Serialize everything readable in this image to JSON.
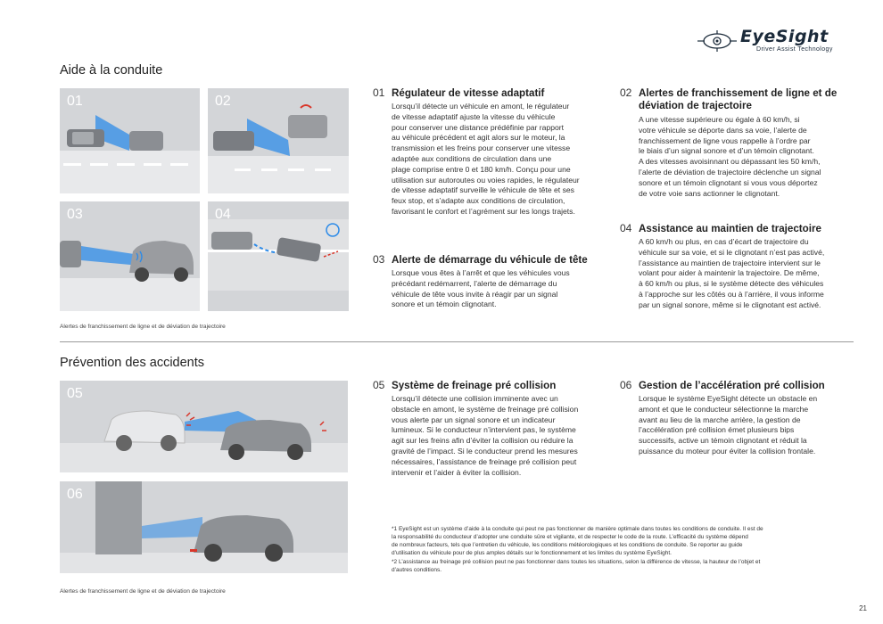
{
  "brand": {
    "logo": "EyeSight",
    "tagline": "Driver Assist Technology"
  },
  "sections": {
    "assist": {
      "title": "Aide à la conduite",
      "caption": "Alertes de franchissement de ligne et de déviation de trajectoire"
    },
    "prevent": {
      "title": "Prévention des accidents",
      "caption": "Alertes de franchissement de ligne et de déviation de trajectoire"
    }
  },
  "panels": [
    "01",
    "02",
    "03",
    "04",
    "05",
    "06"
  ],
  "features": [
    {
      "num": "01",
      "title": "Régulateur de vitesse adaptatif",
      "body": "Lorsqu’il détecte un véhicule en amont, le régulateur\nde vitesse adaptatif ajuste la vitesse du véhicule\npour conserver une distance prédéfinie par rapport\nau véhicule précédent et agit alors sur le moteur, la\ntransmission et les freins pour conserver une vitesse\nadaptée aux conditions de circulation dans une\nplage comprise entre 0 et 180 km/h. Conçu pour une\nutilisation sur autoroutes ou voies rapides, le régulateur\nde vitesse adaptatif surveille le véhicule de tête et ses\nfeux stop, et s’adapte aux conditions de circulation,\nfavorisant le confort et l’agrément sur les longs trajets."
    },
    {
      "num": "02",
      "title": "Alertes de franchissement de ligne et de déviation de trajectoire",
      "body": "A une vitesse supérieure ou égale à 60 km/h, si\nvotre véhicule se déporte dans sa voie, l’alerte de\nfranchissement de ligne vous rappelle à l’ordre par\nle biais d’un signal sonore et d’un témoin clignotant.\nA des vitesses avoisinnant ou dépassant les 50 km/h,\nl’alerte de déviation de trajectoire déclenche un signal\nsonore et un témoin clignotant si vous vous déportez\nde votre voie sans actionner le clignotant."
    },
    {
      "num": "03",
      "title": "Alerte de démarrage du véhicule de tête",
      "body": "Lorsque vous êtes à l’arrêt et que les véhicules vous\nprécédant redémarrent, l’alerte de démarrage du\nvéhicule de tête vous invite à réagir par un signal\nsonore et un témoin clignotant."
    },
    {
      "num": "04",
      "title": "Assistance au maintien de trajectoire",
      "body": "A 60 km/h ou plus, en cas d’écart de trajectoire du\nvéhicule sur sa voie, et si le clignotant n’est pas activé,\nl’assistance au maintien de trajectoire intervient sur le\nvolant pour aider à maintenir la trajectoire. De même,\nà 60 km/h ou plus, si le système détecte des véhicules\nà l’approche sur les côtés ou à l’arrière, il vous informe\npar un signal sonore, même si le clignotant est activé."
    },
    {
      "num": "05",
      "title": "Système de freinage pré collision",
      "body": "Lorsqu’il détecte une collision imminente avec un\nobstacle en amont, le système de freinage pré collision\nvous alerte par un signal sonore et un indicateur\nlumineux. Si le conducteur n’intervient pas, le système\nagit sur les freins afin d’éviter la collision ou réduire la\ngravité de l’impact. Si le conducteur prend les mesures\nnécessaires, l’assistance de freinage pré collision peut\nintervenir et l’aider à éviter la collision."
    },
    {
      "num": "06",
      "title": "Gestion de l’accélération pré collision",
      "body": "Lorsque le système EyeSight détecte un obstacle en\namont et que le conducteur sélectionne la marche\navant au lieu de la marche arrière, la gestion de\nl’accélération pré collision émet plusieurs bips\nsuccessifs, active un témoin clignotant et réduit la\npuissance du moteur pour éviter la collision frontale."
    }
  ],
  "footnotes": [
    "*1 EyeSight est un système d’aide à la conduite qui peut ne pas fonctionner de manière optimale dans toutes les conditions de conduite. Il est de\n   la responsabilité du conducteur d’adopter une conduite sûre et vigilante, et de respecter le code de la route. L’efficacité du système dépend\n   de nombreux facteurs, tels que l’entretien du véhicule, les conditions météorologiques et les conditions de conduite. Se reporter au guide\n   d’utilisation du véhicule pour de plus amples détails sur le fonctionnement et les limites du système EyeSight.",
    "*2 L’assistance au freinage pré collision peut ne pas fonctionner dans toutes les situations, selon la différence de vitesse, la hauteur de l’objet et\n   d’autres conditions."
  ],
  "page_number": "21"
}
